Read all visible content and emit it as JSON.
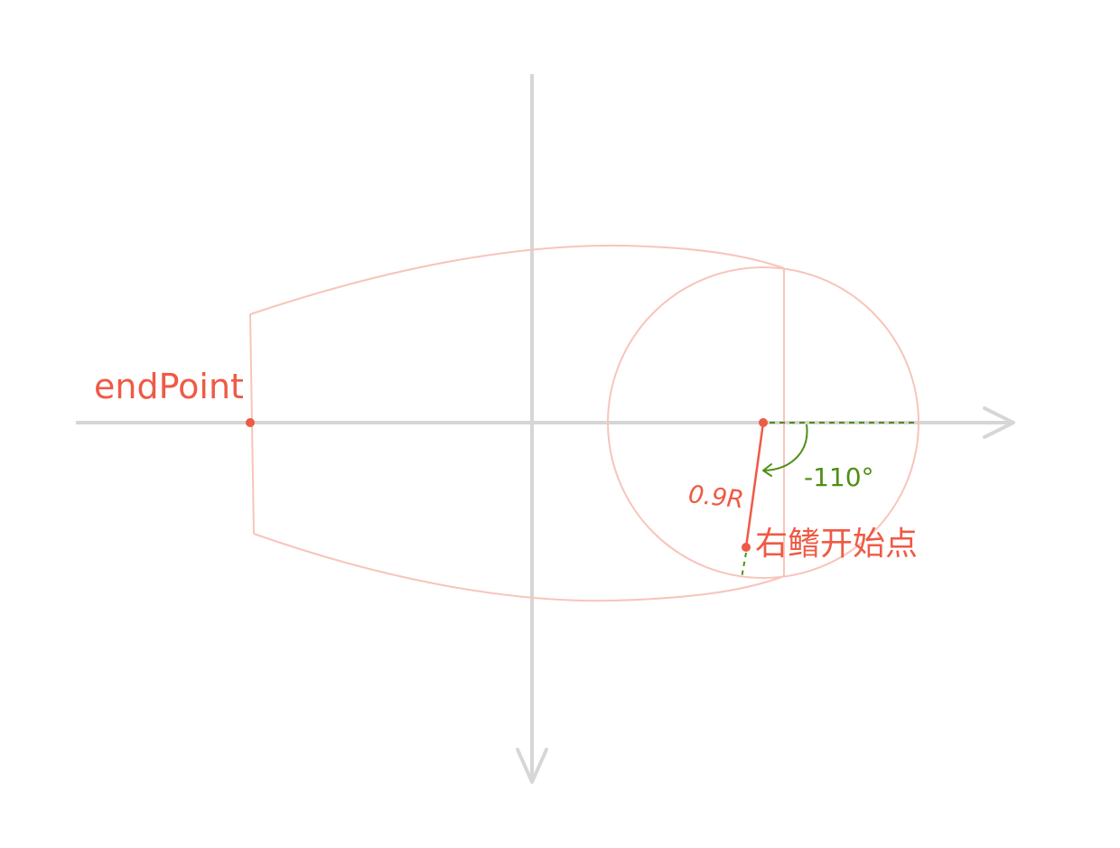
{
  "diagram": {
    "colors": {
      "axis": "#d6d6d6",
      "shape": "#f8c4bb",
      "accent": "#ef5a45",
      "angle": "#4f8f16",
      "background": "#ffffff"
    },
    "labels": {
      "end_point": "endPoint",
      "radius": "0.9R",
      "angle": "-110°",
      "fin_start": "右鳍开始点"
    },
    "axes": {
      "x_axis": "horizontal axis pointing right",
      "y_axis": "vertical axis pointing down"
    }
  }
}
